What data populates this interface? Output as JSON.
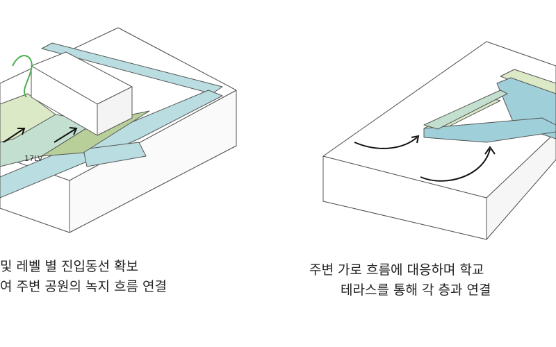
{
  "left": {
    "level_label": "17LV",
    "caption_line1": "및 레벨 별 진입동선 확보",
    "caption_line2": "여 주변 공원의 녹지 흐름 연결"
  },
  "right": {
    "caption_line1": "주변 가로 흐름에 대응하며 학교",
    "caption_line2": "테라스를 통해 각 층과 연결"
  },
  "colors": {
    "road": "#b9dde0",
    "green_light": "#dbe9c6",
    "green_mid": "#c3dfcf",
    "green_dark": "#b9cf9a",
    "blue_block": "#9fcfd9",
    "line": "#555555",
    "arrow_green": "#4cae4c"
  }
}
